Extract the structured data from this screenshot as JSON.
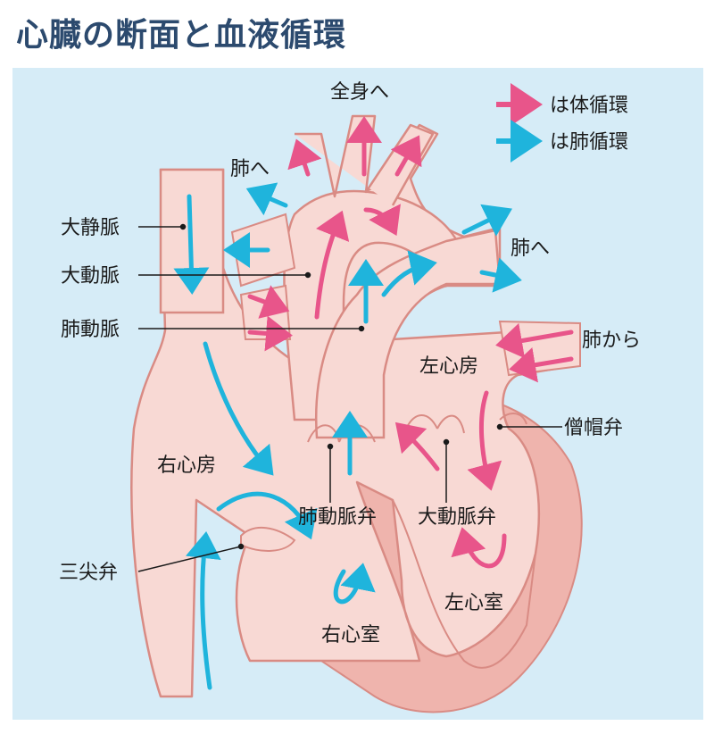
{
  "title": "心臓の断面と血液循環",
  "legend": [
    {
      "label": "は体循環",
      "color": "#e8558a"
    },
    {
      "label": "は肺循環",
      "color": "#1fb4dc"
    }
  ],
  "labels": {
    "whole_body": "全身へ",
    "to_lung_left": "肺へ",
    "to_lung_right": "肺へ",
    "from_lung": "肺から",
    "vena_cava": "大静脈",
    "aorta": "大動脈",
    "pulmonary_artery": "肺動脈",
    "left_atrium": "左心房",
    "right_atrium": "右心房",
    "mitral_valve": "僧帽弁",
    "pulmonary_valve": "肺動脈弁",
    "aortic_valve": "大動脈弁",
    "tricuspid_valve": "三尖弁",
    "right_ventricle": "右心室",
    "left_ventricle": "左心室"
  },
  "colors": {
    "tissue": "#f8d9d4",
    "tissue_outline": "#d98b84",
    "muscle": "#efb4ad",
    "background": "#d6ecf7",
    "title": "#2c4a6e"
  }
}
